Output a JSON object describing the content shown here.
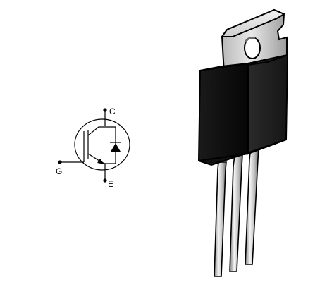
{
  "symbol": {
    "pins": {
      "collector": "C",
      "gate": "G",
      "emitter": "E"
    }
  },
  "package": {
    "leads": 3
  }
}
